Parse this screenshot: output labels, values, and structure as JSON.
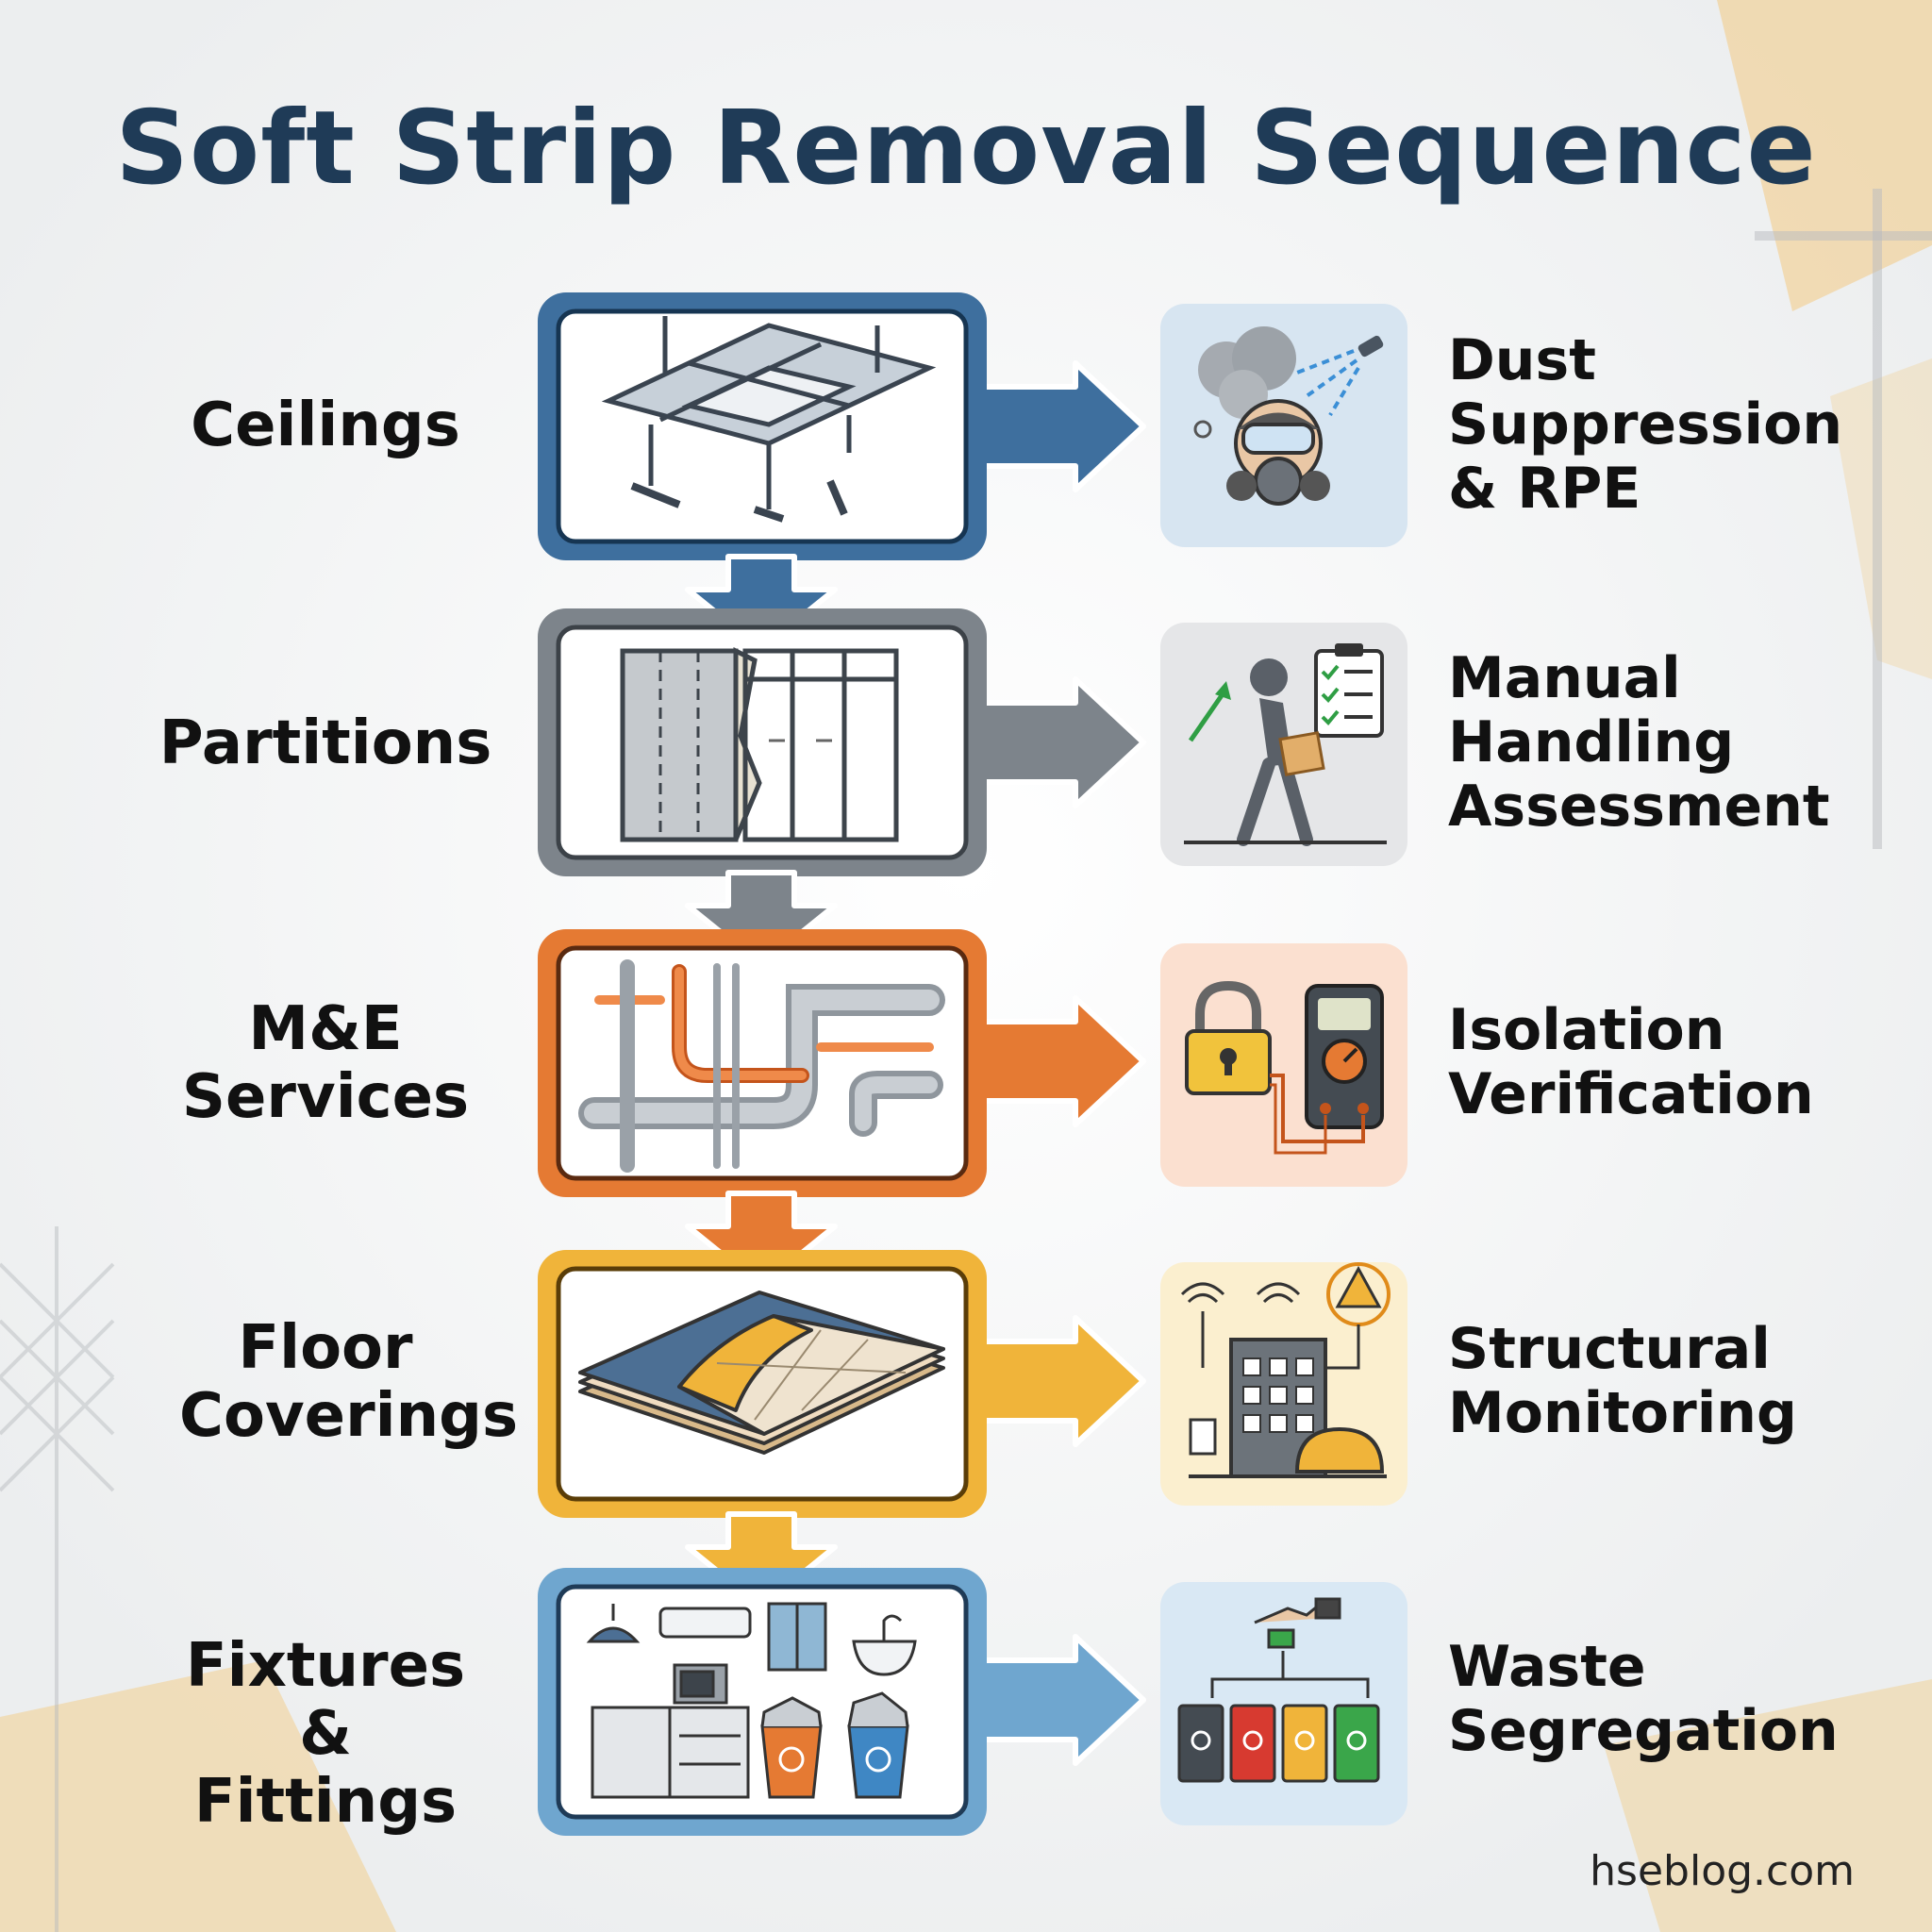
{
  "title": "Soft Strip Removal Sequence",
  "footer": "hseblog.com",
  "colors": {
    "ceilings": "#3e6f9e",
    "partitions": "#7d848b",
    "me_services": "#e57a33",
    "floor_coverings": "#f0b43a",
    "fixtures": "#6fa6cf",
    "title": "#1f3b57"
  },
  "stages": [
    {
      "label": "Ceilings",
      "icon": "ceiling-grid-icon",
      "control": "Dust Suppression & RPE",
      "control_icon": "respirator-spray-icon"
    },
    {
      "label": "Partitions",
      "icon": "partition-stud-wall-icon",
      "control": "Manual Handling Assessment",
      "control_icon": "worker-lifting-checklist-icon"
    },
    {
      "label": "M&E Services",
      "icon": "pipework-icon",
      "control": "Isolation Verification",
      "control_icon": "lock-multimeter-icon"
    },
    {
      "label": "Floor Coverings",
      "icon": "floor-layers-icon",
      "control": "Structural Monitoring",
      "control_icon": "building-sensor-hardhat-icon"
    },
    {
      "label": "Fixtures & Fittings",
      "icon": "fixtures-recycling-icon",
      "control": "Waste Segregation",
      "control_icon": "recycling-bins-icon"
    }
  ]
}
